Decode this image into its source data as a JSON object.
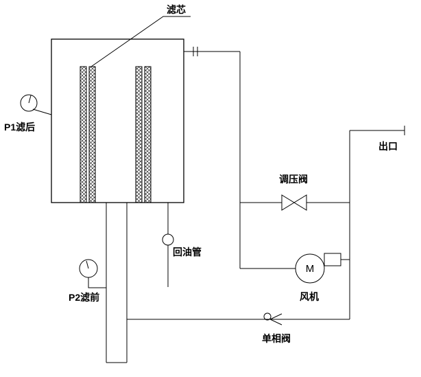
{
  "diagram": {
    "type": "piping-schematic",
    "labels": {
      "filter_element": "滤芯",
      "gauge_p1": "P1滤后",
      "outlet": "出口",
      "regulating_valve": "调压阀",
      "oil_return_pipe": "回油管",
      "gauge_p2": "P2滤前",
      "fan": "风机",
      "check_valve": "单相阀",
      "motor_symbol": "M"
    },
    "colors": {
      "line": "#000000",
      "background": "#ffffff"
    }
  }
}
